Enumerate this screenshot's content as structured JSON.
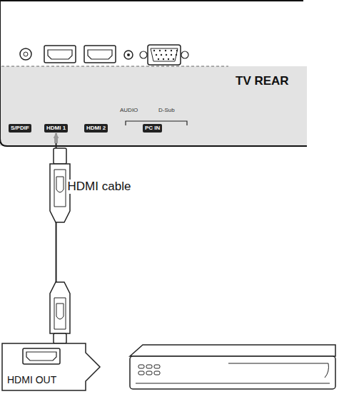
{
  "diagram": {
    "nodes": [
      {
        "text": [
          "TV REAR"
        ]
      },
      {
        "text": [
          "S/PDIF"
        ],
        "in": 0
      },
      {
        "text": [
          "HDMI 1"
        ],
        "in": 0
      },
      {
        "text": [
          "HDMI 2"
        ],
        "in": 0
      },
      {
        "text": [
          "PC IN"
        ],
        "in": 0
      },
      {
        "text": [
          "HDMI OUT"
        ]
      }
    ],
    "edges": [
      {
        "from": 5,
        "to": 2,
        "arrow": "to",
        "label": "HDMI cable"
      }
    ],
    "labels": [
      "AUDIO",
      "D-Sub"
    ]
  }
}
